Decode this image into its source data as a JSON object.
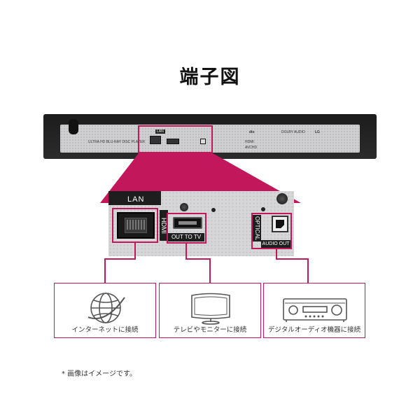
{
  "title": "端子図",
  "zoom": {
    "lan_label": "LAN",
    "hdmi_label": "HDMI",
    "hdmi_out_label": "OUT TO TV",
    "optical_label": "OPTICAL",
    "audio_out_label": "AUDIO OUT"
  },
  "connections": [
    {
      "caption": "インターネットに接続",
      "icon": "globe-icon"
    },
    {
      "caption": "テレビやモニターに接続",
      "icon": "tv-icon"
    },
    {
      "caption": "デジタルオーディオ機器に接続",
      "icon": "av-receiver-icon"
    }
  ],
  "player_labels": {
    "lan": "LAN",
    "hdmi": "HDMI",
    "brand": "LG",
    "dts": "dts",
    "dolby": "DOLBY AUDIO",
    "avchd": "AVCHD",
    "model": "ULTRA HD BLU-RAY DISC PLAYER"
  },
  "note": "* 画像はイメージです。",
  "colors": {
    "accent": "#c2185b"
  }
}
